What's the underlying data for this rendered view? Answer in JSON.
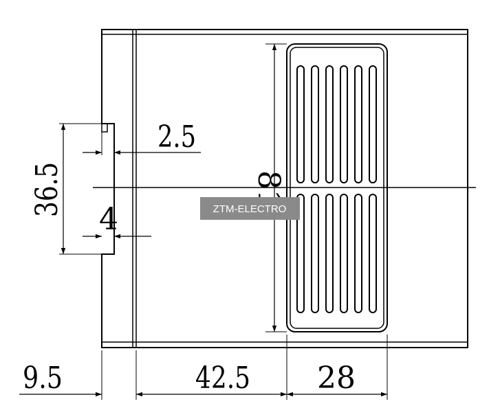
{
  "dimensions": {
    "gap_width": "2.5",
    "slot_height": "36.5",
    "slot_depth": "4",
    "vent_height": "81",
    "left_offset": "9.5",
    "middle_width": "42.5",
    "vent_width": "28"
  },
  "watermark": "ZTM-ELECTRO",
  "colors": {
    "line": "#000000",
    "watermark_bg": "#8a8a8a",
    "watermark_text": "#ffffff"
  }
}
